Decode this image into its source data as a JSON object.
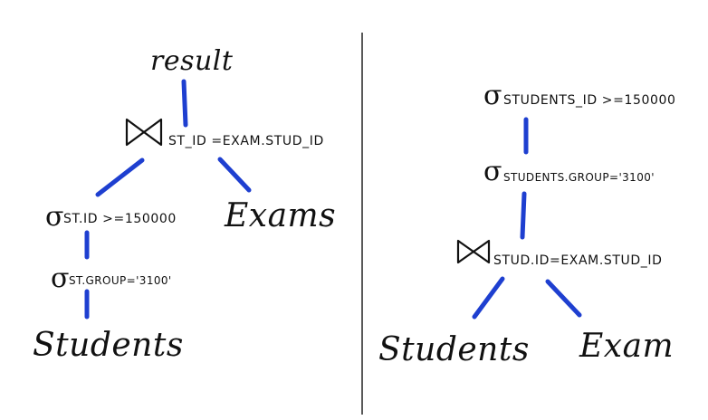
{
  "left_tree": {
    "root": "result",
    "join_condition": "ST_ID =EXAM.STUD_ID",
    "select1_condition": "ST.ID >=150000",
    "select2_condition": "ST.GROUP='3100'",
    "leaf_left": "Students",
    "leaf_right": "Exams"
  },
  "right_tree": {
    "select1_condition": "STUDENTS_ID >=150000",
    "select2_condition": "STUDENTS.GROUP='3100'",
    "join_condition": "STUD.ID=EXAM.STUD_ID",
    "leaf_left": "Students",
    "leaf_right": "Exam"
  },
  "symbols": {
    "selection": "σ"
  },
  "colors": {
    "edge": "#1e3fd0",
    "ink": "#111111",
    "divider": "#222222"
  }
}
